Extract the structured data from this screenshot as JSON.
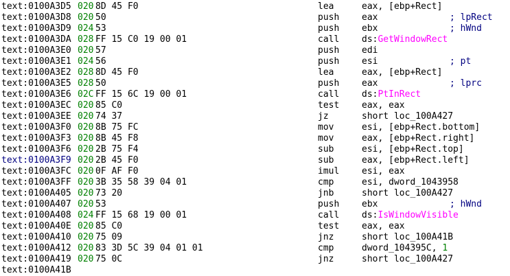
{
  "colors": {
    "background": "#ffffff",
    "text": "#000000",
    "stack_pointer": "#008000",
    "comment": "#000080",
    "api_symbol": "#ff00ff",
    "immediate": "#008000"
  },
  "lines": [
    {
      "addr": "text:0100A3D5",
      "sp": "020",
      "bytes": "8D 45 F0",
      "mnem": "lea",
      "op": "eax, [ebp+Rect]",
      "comment": ""
    },
    {
      "addr": "text:0100A3D8",
      "sp": "020",
      "bytes": "50",
      "mnem": "push",
      "op": "eax",
      "comment": "; lpRect"
    },
    {
      "addr": "text:0100A3D9",
      "sp": "024",
      "bytes": "53",
      "mnem": "push",
      "op": "ebx",
      "comment": "; hWnd"
    },
    {
      "addr": "text:0100A3DA",
      "sp": "028",
      "bytes": "FF 15 C0 19 00 01",
      "mnem": "call",
      "op_prefix": "ds:",
      "op_symbol": "GetWindowRect",
      "comment": ""
    },
    {
      "addr": "text:0100A3E0",
      "sp": "020",
      "bytes": "57",
      "mnem": "push",
      "op": "edi",
      "comment": ""
    },
    {
      "addr": "text:0100A3E1",
      "sp": "024",
      "bytes": "56",
      "mnem": "push",
      "op": "esi",
      "comment": "; pt"
    },
    {
      "addr": "text:0100A3E2",
      "sp": "028",
      "bytes": "8D 45 F0",
      "mnem": "lea",
      "op": "eax, [ebp+Rect]",
      "comment": ""
    },
    {
      "addr": "text:0100A3E5",
      "sp": "028",
      "bytes": "50",
      "mnem": "push",
      "op": "eax",
      "comment": "; lprc"
    },
    {
      "addr": "text:0100A3E6",
      "sp": "02C",
      "bytes": "FF 15 6C 19 00 01",
      "mnem": "call",
      "op_prefix": "ds:",
      "op_symbol": "PtInRect",
      "comment": ""
    },
    {
      "addr": "text:0100A3EC",
      "sp": "020",
      "bytes": "85 C0",
      "mnem": "test",
      "op": "eax, eax",
      "comment": ""
    },
    {
      "addr": "text:0100A3EE",
      "sp": "020",
      "bytes": "74 37",
      "mnem": "jz",
      "op": "short loc_100A427",
      "comment": ""
    },
    {
      "addr": "text:0100A3F0",
      "sp": "020",
      "bytes": "8B 75 FC",
      "mnem": "mov",
      "op": "esi, [ebp+Rect.bottom]",
      "comment": ""
    },
    {
      "addr": "text:0100A3F3",
      "sp": "020",
      "bytes": "8B 45 F8",
      "mnem": "mov",
      "op": "eax, [ebp+Rect.right]",
      "comment": ""
    },
    {
      "addr": "text:0100A3F6",
      "sp": "020",
      "bytes": "2B 75 F4",
      "mnem": "sub",
      "op": "esi, [ebp+Rect.top]",
      "comment": ""
    },
    {
      "addr": "text:0100A3F9",
      "sp": "020",
      "bytes": "2B 45 F0",
      "mnem": "sub",
      "op": "eax, [ebp+Rect.left]",
      "comment": "",
      "alt_addr": true
    },
    {
      "addr": "text:0100A3FC",
      "sp": "020",
      "bytes": "0F AF F0",
      "mnem": "imul",
      "op": "esi, eax",
      "comment": ""
    },
    {
      "addr": "text:0100A3FF",
      "sp": "020",
      "bytes": "3B 35 58 39 04 01",
      "mnem": "cmp",
      "op": "esi, dword_1043958",
      "comment": ""
    },
    {
      "addr": "text:0100A405",
      "sp": "020",
      "bytes": "73 20",
      "mnem": "jnb",
      "op": "short loc_100A427",
      "comment": ""
    },
    {
      "addr": "text:0100A407",
      "sp": "020",
      "bytes": "53",
      "mnem": "push",
      "op": "ebx",
      "comment": "; hWnd"
    },
    {
      "addr": "text:0100A408",
      "sp": "024",
      "bytes": "FF 15 68 19 00 01",
      "mnem": "call",
      "op_prefix": "ds:",
      "op_symbol": "IsWindowVisible",
      "comment": ""
    },
    {
      "addr": "text:0100A40E",
      "sp": "020",
      "bytes": "85 C0",
      "mnem": "test",
      "op": "eax, eax",
      "comment": ""
    },
    {
      "addr": "text:0100A410",
      "sp": "020",
      "bytes": "75 09",
      "mnem": "jnz",
      "op": "short loc_100A41B",
      "comment": ""
    },
    {
      "addr": "text:0100A412",
      "sp": "020",
      "bytes": "83 3D 5C 39 04 01 01",
      "mnem": "cmp",
      "op_prefix": "dword_104395C, ",
      "op_num": "1",
      "comment": ""
    },
    {
      "addr": "text:0100A419",
      "sp": "020",
      "bytes": "75 0C",
      "mnem": "jnz",
      "op": "short loc_100A427",
      "comment": ""
    },
    {
      "addr": "text:0100A41B",
      "sp": "",
      "bytes": "",
      "mnem": "",
      "op": "",
      "comment": ""
    }
  ]
}
